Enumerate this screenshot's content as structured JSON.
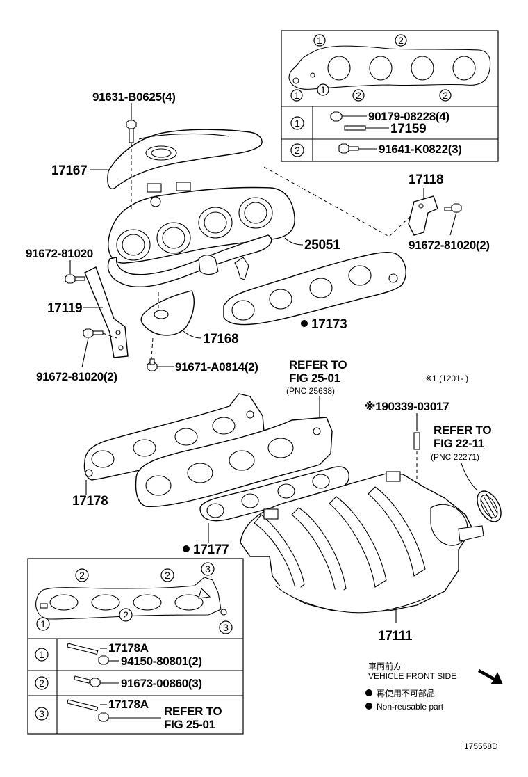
{
  "labels": {
    "p91631": "91631-B0625(4)",
    "p17167": "17167",
    "p25051": "25051",
    "p17118": "17118",
    "p91672_right": "91672-81020(2)",
    "p91672_single": "91672-81020",
    "p17119": "17119",
    "p91672_left": "91672-81020(2)",
    "p17168": "17168",
    "p17173": "17173",
    "p91671": "91671-A0814(2)",
    "p17178": "17178",
    "p17177": "17177",
    "p90339": "※190339-03017",
    "p17111": "17111",
    "note_date": "※1 (1201-      )",
    "drawing_id": "175558D"
  },
  "refers": {
    "fig25": {
      "line1": "REFER TO",
      "line2": "FIG 25-01",
      "line3": "(PNC 25638)"
    },
    "fig22": {
      "line1": "REFER TO",
      "line2": "FIG 22-11",
      "line3": "(PNC 22271)"
    }
  },
  "inset_top": {
    "circle_1": "1",
    "circle_2": "2",
    "row1_parts": [
      "90179-08228(4)",
      "17159"
    ],
    "row2_parts": [
      "91641-K0822(3)"
    ]
  },
  "inset_bottom": {
    "circle_1": "1",
    "circle_2": "2",
    "circle_3": "3",
    "row1_parts": [
      "17178A",
      "94150-80801(2)"
    ],
    "row2_parts": [
      "91673-00860(3)"
    ],
    "row3_parts": [
      "17178A"
    ],
    "row3_refer": [
      "REFER TO",
      "FIG 25-01"
    ]
  },
  "legend": {
    "front_jp": "車両前方",
    "front_en": "VEHICLE FRONT SIDE",
    "nonreusable_jp": "再使用不可部品",
    "nonreusable_en": "Non-reusable part"
  }
}
